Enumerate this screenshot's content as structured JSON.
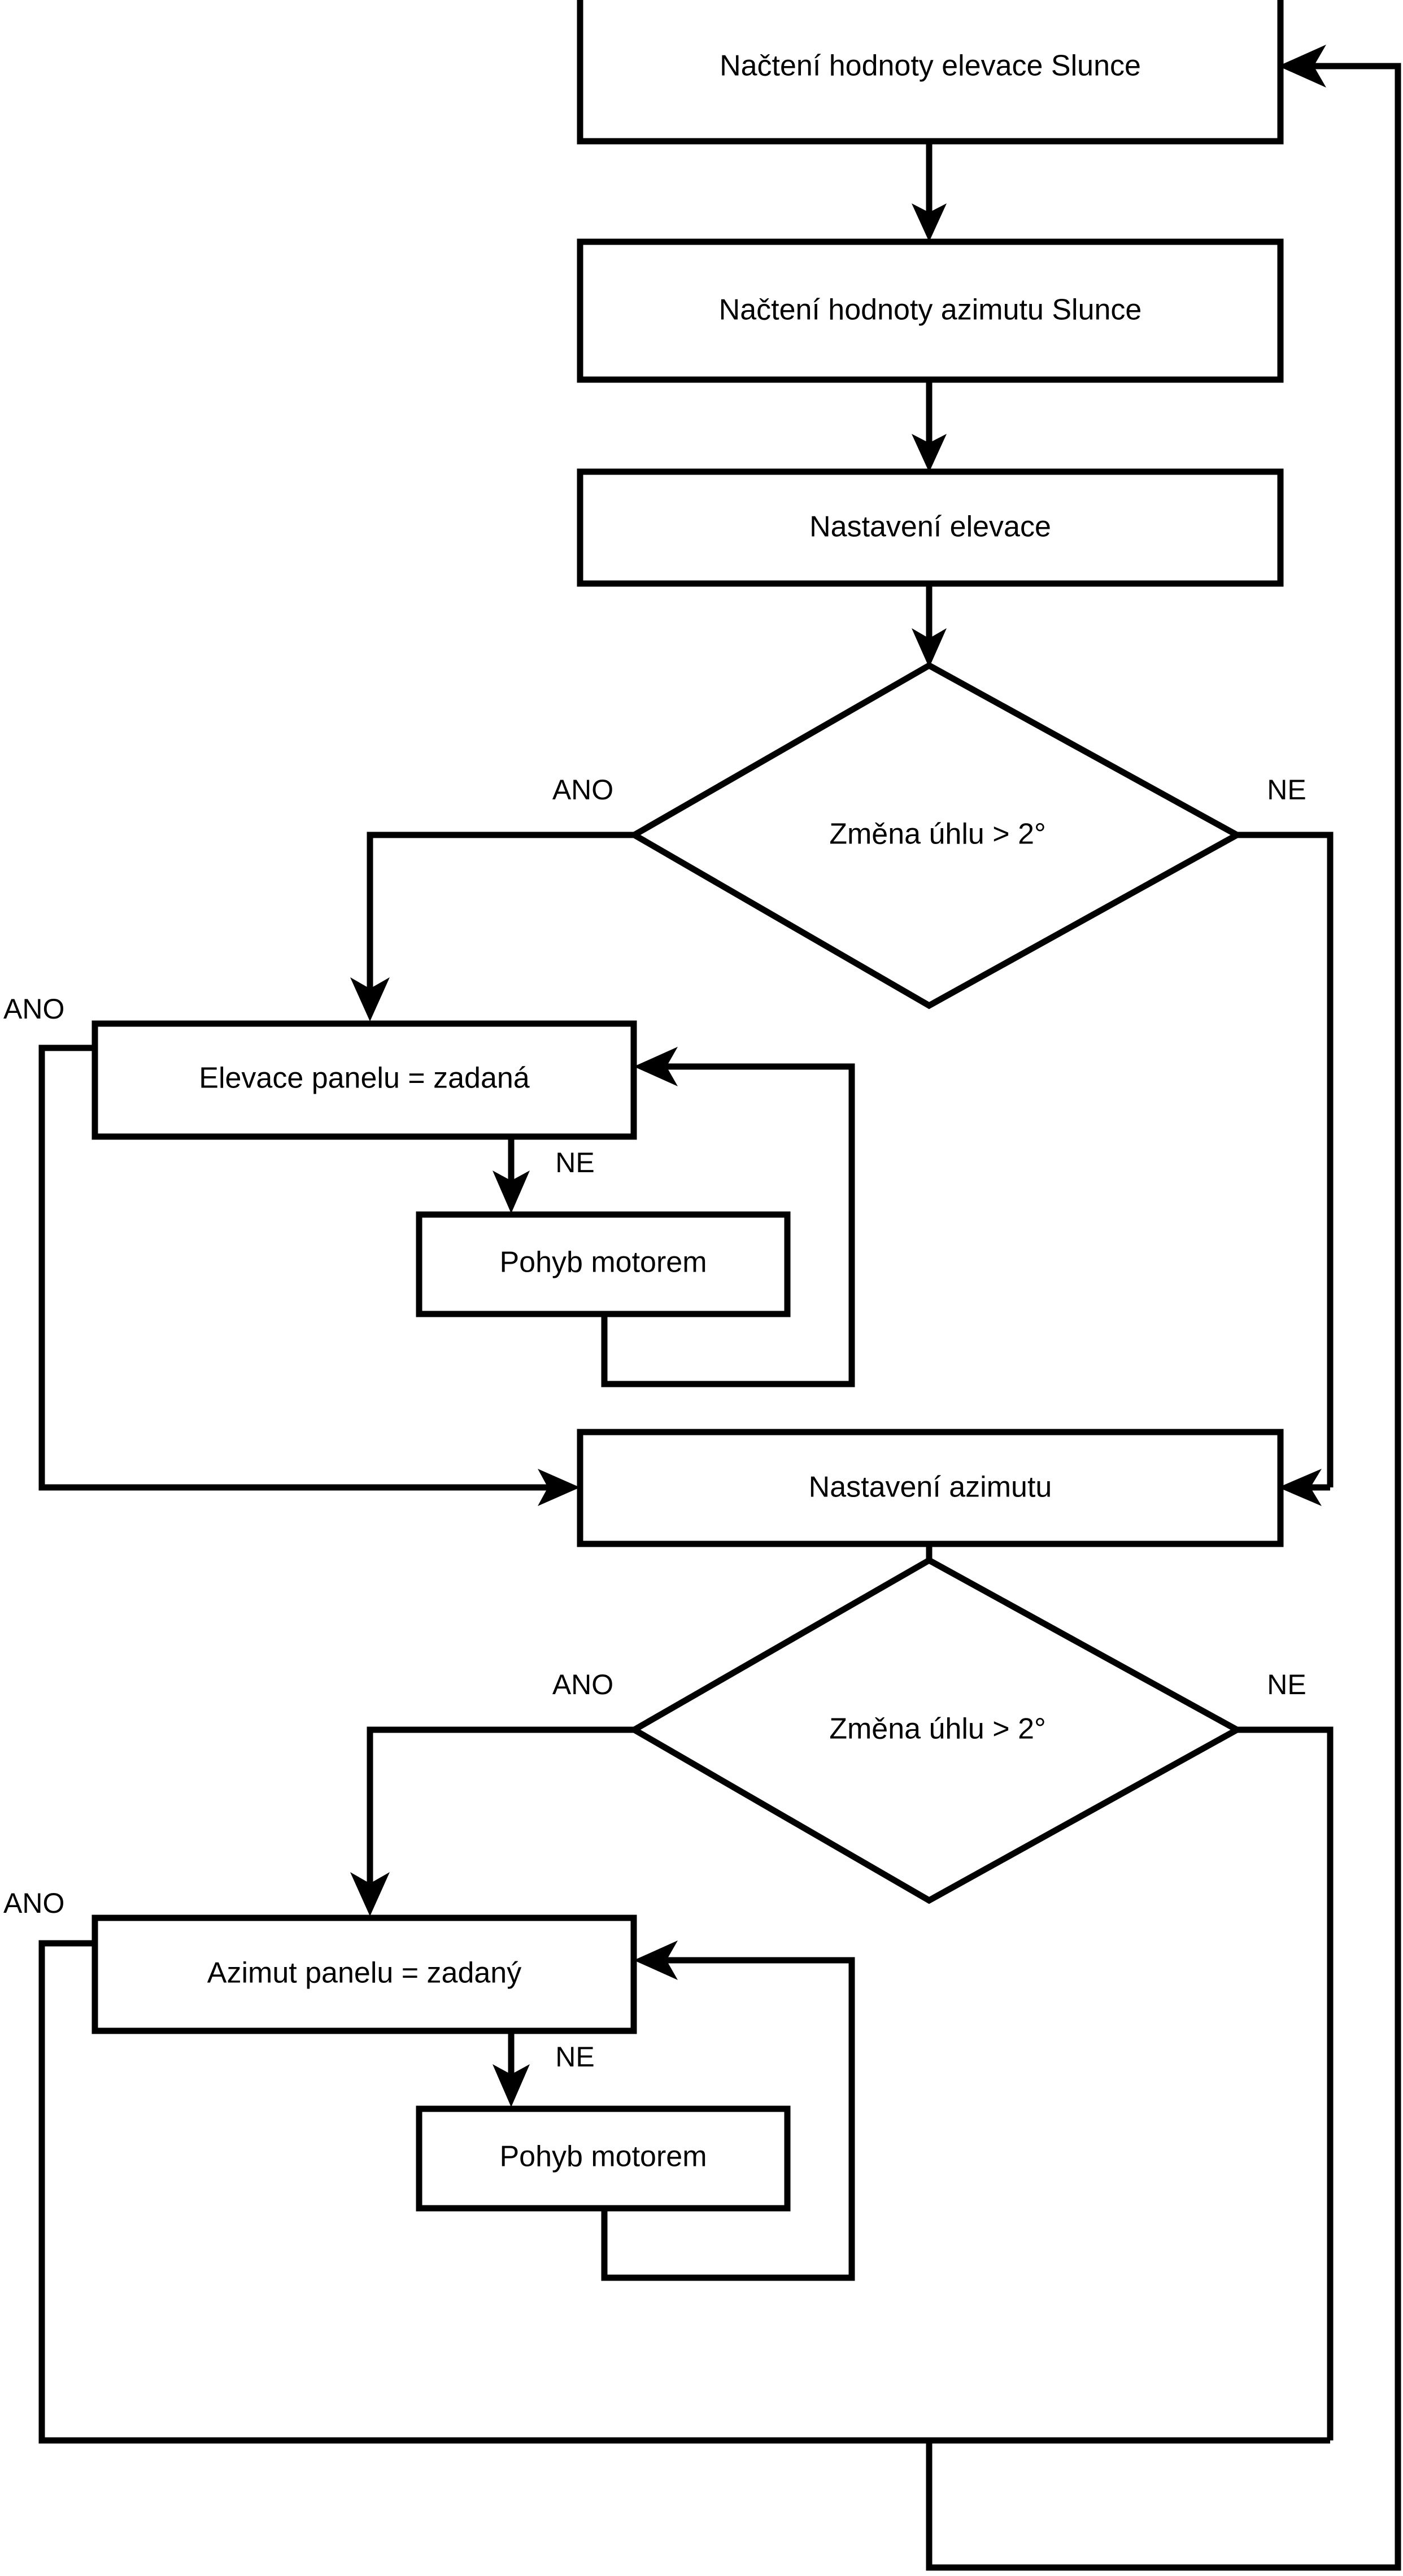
{
  "diagram": {
    "type": "flowchart",
    "language": "cs",
    "title": "Solar tracker control flowchart",
    "nodes": [
      {
        "id": "read-elevation",
        "shape": "process",
        "label": "Načtení hodnoty elevace Slunce"
      },
      {
        "id": "read-azimuth",
        "shape": "process",
        "label": "Načtení hodnoty azimutu Slunce"
      },
      {
        "id": "set-elevation",
        "shape": "process",
        "label": "Nastavení elevace"
      },
      {
        "id": "decision-elev",
        "shape": "decision",
        "label": "Změna úhlu > 2°"
      },
      {
        "id": "panel-elevation",
        "shape": "process",
        "label": "Elevace panelu = zadaná"
      },
      {
        "id": "motor-move-elev",
        "shape": "process",
        "label": "Pohyb motorem"
      },
      {
        "id": "set-azimuth",
        "shape": "process",
        "label": "Nastavení azimutu"
      },
      {
        "id": "decision-azim",
        "shape": "decision",
        "label": "Změna úhlu > 2°"
      },
      {
        "id": "panel-azimuth",
        "shape": "process",
        "label": "Azimut panelu = zadaný"
      },
      {
        "id": "motor-move-azim",
        "shape": "process",
        "label": "Pohyb motorem"
      }
    ],
    "edge_labels": {
      "decision_elev_yes": "ANO",
      "decision_elev_no": "NE",
      "panel_elev_yes": "ANO",
      "panel_elev_no": "NE",
      "decision_azim_yes": "ANO",
      "decision_azim_no": "NE",
      "panel_azim_yes": "ANO",
      "panel_azim_no": "NE"
    },
    "colors": {
      "stroke": "#000000",
      "fill": "#ffffff",
      "text": "#000000",
      "background": "#ffffff"
    }
  }
}
